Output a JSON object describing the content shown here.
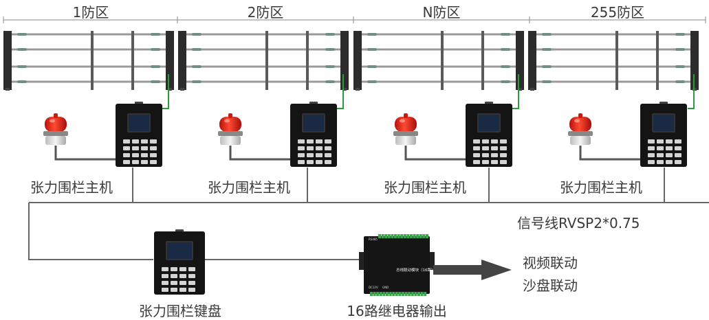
{
  "zones": [
    {
      "label": "1防区"
    },
    {
      "label": "2防区"
    },
    {
      "label": "N防区"
    },
    {
      "label": "255防区"
    }
  ],
  "host_label": "张力围栏主机",
  "signal_line": "信号线RVSP2*0.75",
  "keyboard_label": "张力围栏键盘",
  "relay_label": "16路继电器输出",
  "relay_panel_text": "总线联动模块（16路）",
  "outputs": [
    "视频联动",
    "沙盘联动"
  ],
  "colors": {
    "line": "#555555",
    "green_wire": "#2e9a3c",
    "alarm_red": "#e8281e",
    "device": "#141414",
    "screen": "#1b2a44",
    "arrow": "#444444"
  }
}
